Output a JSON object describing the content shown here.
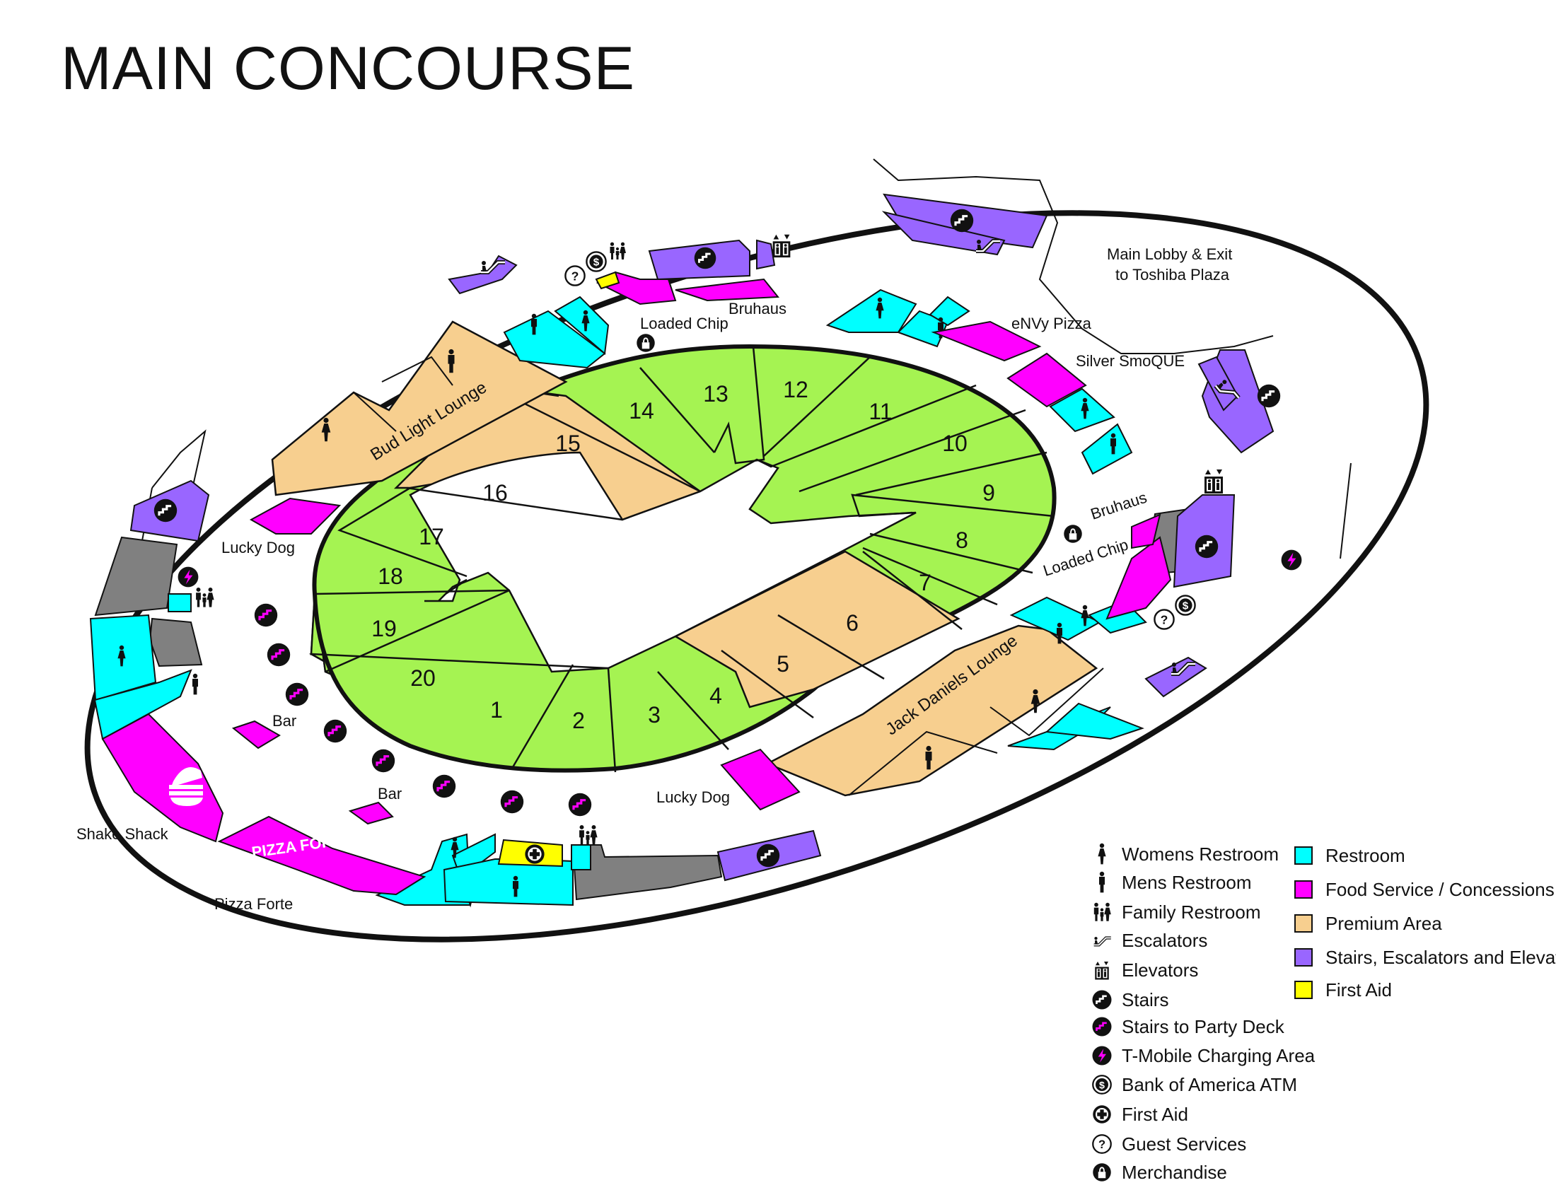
{
  "title": "MAIN CONCOURSE",
  "colors": {
    "restroom": "#00FFFF",
    "food": "#FF00FF",
    "premium": "#F7CF8F",
    "stairs_area": "#9966FF",
    "first_aid": "#FFFF00",
    "seating": "#A5F352",
    "service": "#808080",
    "outline": "#000000"
  },
  "sections": [
    "1",
    "2",
    "3",
    "4",
    "5",
    "6",
    "7",
    "8",
    "9",
    "10",
    "11",
    "12",
    "13",
    "14",
    "15",
    "16",
    "17",
    "18",
    "19",
    "20"
  ],
  "lounges": {
    "bud_light": "Bud Light Lounge",
    "jack_daniels": "Jack Daniels Lounge"
  },
  "venues": {
    "main_lobby_line1": "Main Lobby & Exit",
    "main_lobby_line2": "to Toshiba Plaza",
    "bruhaus_north": "Bruhaus",
    "loaded_chip_north": "Loaded Chip",
    "envy_pizza": "eNVy Pizza",
    "silver_smoque": "Silver SmoQUE",
    "bruhaus_east": "Bruhaus",
    "loaded_chip_east": "Loaded Chip",
    "lucky_dog_west": "Lucky Dog",
    "lucky_dog_south": "Lucky Dog",
    "bar_1": "Bar",
    "bar_2": "Bar",
    "shake_shack": "Shake Shack",
    "pizza_forte": "Pizza Forte",
    "pizza_forte_logo": "PIZZA FORTE"
  },
  "legend": {
    "icons": [
      {
        "icon": "womens-restroom-icon",
        "label": "Womens Restroom"
      },
      {
        "icon": "mens-restroom-icon",
        "label": "Mens Restroom"
      },
      {
        "icon": "family-restroom-icon",
        "label": "Family Restroom"
      },
      {
        "icon": "escalator-icon",
        "label": "Escalators"
      },
      {
        "icon": "elevator-icon",
        "label": "Elevators"
      },
      {
        "icon": "stairs-icon",
        "label": "Stairs"
      },
      {
        "icon": "stairs-party-deck-icon",
        "label": "Stairs to Party Deck"
      },
      {
        "icon": "charging-icon",
        "label": "T-Mobile Charging Area"
      },
      {
        "icon": "atm-icon",
        "label": "Bank of America ATM"
      },
      {
        "icon": "first-aid-icon",
        "label": "First Aid"
      },
      {
        "icon": "guest-services-icon",
        "label": "Guest Services"
      },
      {
        "icon": "merchandise-icon",
        "label": "Merchandise"
      }
    ],
    "keys": [
      {
        "color": "#00FFFF",
        "label": "Restroom"
      },
      {
        "color": "#FF00FF",
        "label": "Food Service / Concessions"
      },
      {
        "color": "#F7CF8F",
        "label": "Premium Area"
      },
      {
        "color": "#9966FF",
        "label": "Stairs, Escalators and Elevators"
      },
      {
        "color": "#FFFF00",
        "label": "First Aid"
      }
    ]
  }
}
